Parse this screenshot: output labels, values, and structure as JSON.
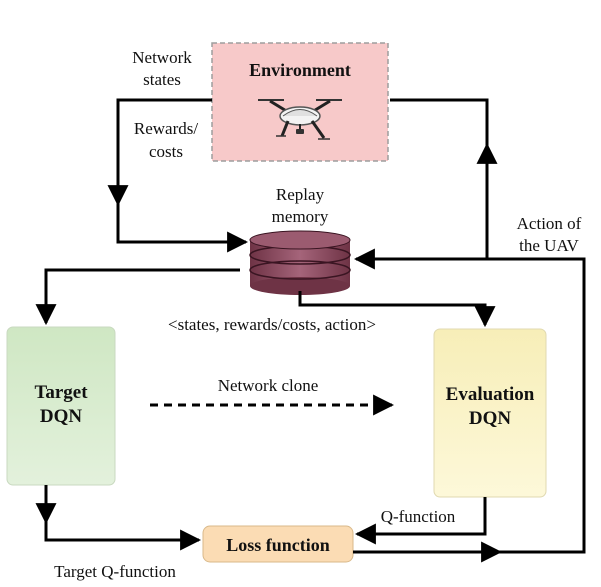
{
  "environment": {
    "title": "Environment"
  },
  "replay_memory": {
    "line1": "Replay",
    "line2": "memory"
  },
  "target_dqn": {
    "line1": "Target",
    "line2": "DQN"
  },
  "evaluation_dqn": {
    "line1": "Evaluation",
    "line2": "DQN"
  },
  "loss_function": {
    "label": "Loss function"
  },
  "labels": {
    "network_states_1": "Network",
    "network_states_2": "states",
    "rewards_costs_1": "Rewards/",
    "rewards_costs_2": "costs",
    "action_uav_1": "Action of",
    "action_uav_2": "the UAV",
    "tuple": "<states, rewards/costs, action>",
    "network_clone": "Network clone",
    "q_function": "Q-function",
    "target_q_function": "Target Q-function"
  },
  "colors": {
    "environment_fill": "#f7c9c9",
    "environment_border": "#9e9e9e",
    "target_fill": "#d9ecd0",
    "evaluation_fill": "#fbf3c4",
    "loss_fill": "#fbdcb4",
    "database": "#8a4a5e",
    "arrow": "#000000"
  }
}
